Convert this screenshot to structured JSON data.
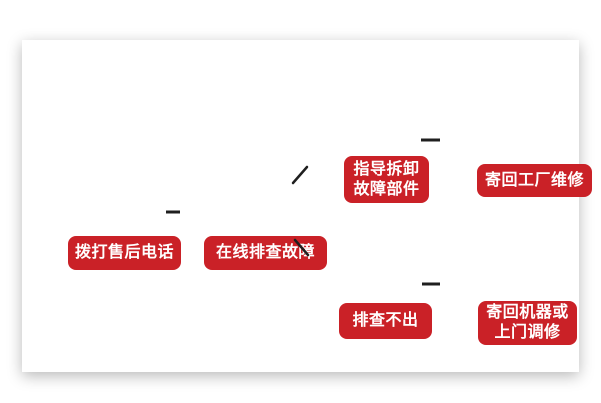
{
  "colors": {
    "node_red": "#ca2127",
    "node_text": "#ffffff",
    "connector": "#1f1f1f",
    "card_bg": "#ffffff",
    "page_bg": "#ffffff"
  },
  "flowchart": {
    "nodes": [
      {
        "id": "call-hotline",
        "lines": [
          "拨打售后电话"
        ]
      },
      {
        "id": "online-troubleshoot",
        "lines": [
          "在线排查故障"
        ]
      },
      {
        "id": "guided-disassembly",
        "lines": [
          "指导拆卸",
          "故障部件"
        ]
      },
      {
        "id": "return-to-factory",
        "lines": [
          "寄回工厂维修"
        ]
      },
      {
        "id": "unresolved",
        "lines": [
          "排查不出"
        ]
      },
      {
        "id": "return-or-onsite",
        "lines": [
          "寄回机器或",
          "上门调修"
        ]
      }
    ],
    "edges": [
      {
        "from": "call-hotline",
        "to": "online-troubleshoot"
      },
      {
        "from": "online-troubleshoot",
        "to": "guided-disassembly"
      },
      {
        "from": "online-troubleshoot",
        "to": "unresolved"
      },
      {
        "from": "guided-disassembly",
        "to": "return-to-factory"
      },
      {
        "from": "unresolved",
        "to": "return-or-onsite"
      }
    ]
  }
}
